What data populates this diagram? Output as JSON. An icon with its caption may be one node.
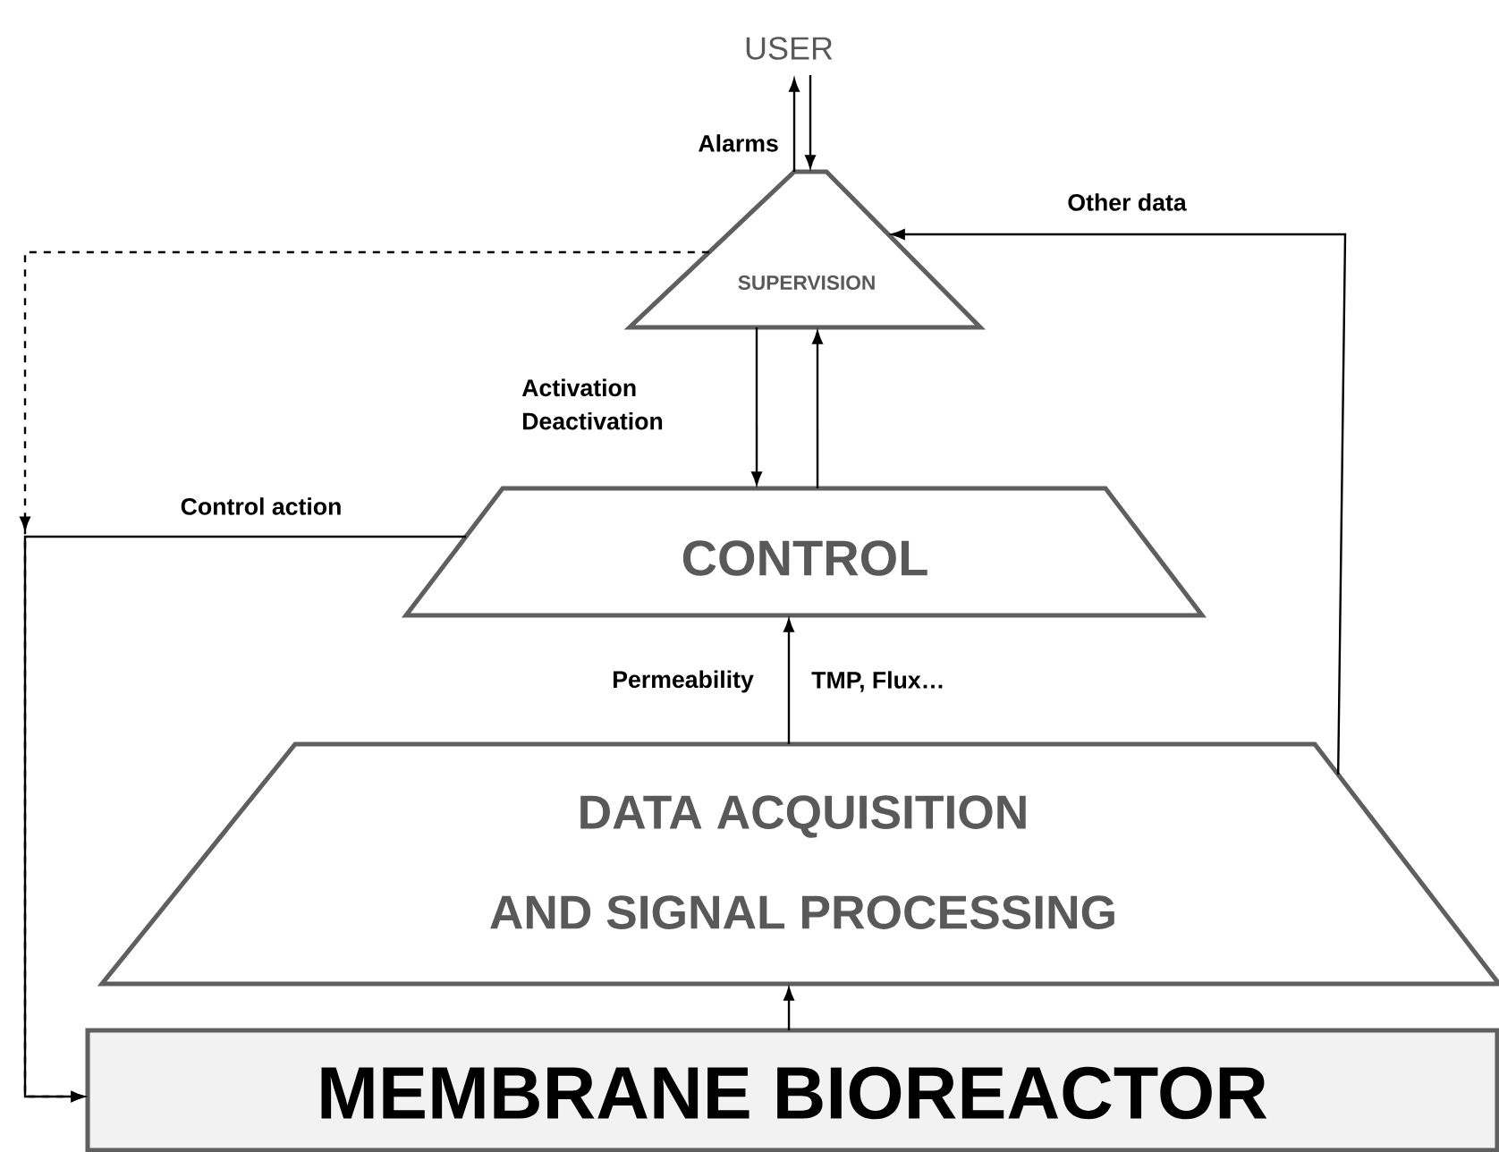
{
  "diagram": {
    "nodes": [
      {
        "text": [
          "USER"
        ]
      },
      {
        "text": [
          "SUPERVISION"
        ]
      },
      {
        "text": [
          "CONTROL"
        ]
      },
      {
        "text": [
          "DATA ACQUISITION",
          "AND SIGNAL PROCESSING"
        ]
      },
      {
        "text": [
          "MEMBRANE BIOREACTOR"
        ]
      }
    ],
    "edges": [
      {
        "from": 1,
        "to": 0,
        "arrow": "to",
        "label": "Alarms"
      },
      {
        "from": 0,
        "to": 1,
        "arrow": "to"
      },
      {
        "from": 1,
        "to": 2,
        "arrow": "to",
        "label": "Activation Deactivation"
      },
      {
        "from": 2,
        "to": 1,
        "arrow": "to"
      },
      {
        "from": 3,
        "to": 2,
        "arrow": "to",
        "label": "Permeability"
      },
      {
        "from": 4,
        "to": 3,
        "arrow": "to"
      },
      {
        "from": 3,
        "to": 1,
        "arrow": "to",
        "label": "Other data"
      },
      {
        "from": 1,
        "to": 4,
        "arrow": "to",
        "style": "dashed"
      },
      {
        "from": 2,
        "to": 4,
        "arrow": "to",
        "label": "Control action"
      }
    ],
    "labels": [
      "TMP, Flux…"
    ]
  }
}
